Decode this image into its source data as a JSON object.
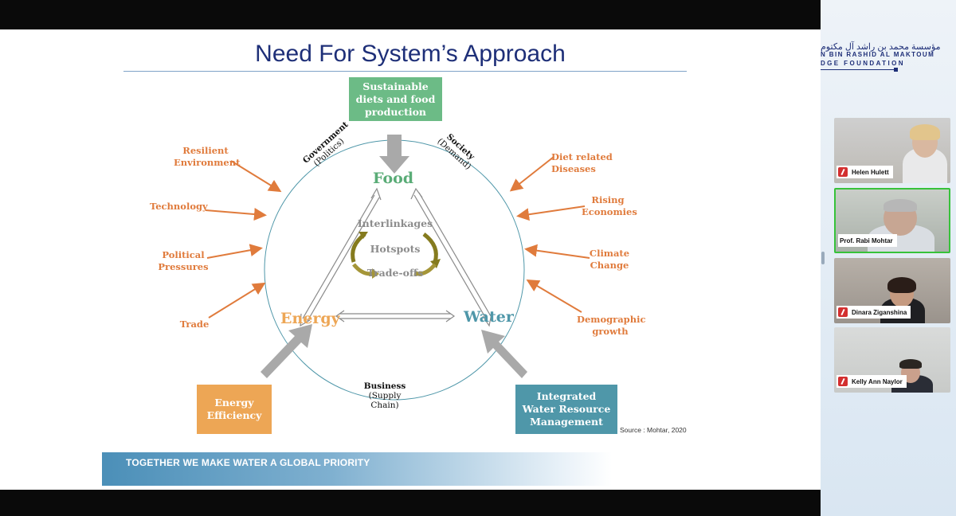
{
  "slide": {
    "title": "Need For System’s Approach",
    "boxes": {
      "diets": "Sustainable diets and food production",
      "energy_efficiency": "Energy Efficiency",
      "iwrm": "Integrated Water Resource Management"
    },
    "nodes": {
      "food": "Food",
      "energy": "Energy",
      "water": "Water"
    },
    "center": {
      "interlinkages": "Interlinkages",
      "hotspots": "Hotspots",
      "tradeoffs": "Trade-offs"
    },
    "drivers_left": [
      "Resilient Environment",
      "Technology",
      "Political Pressures",
      "Trade"
    ],
    "drivers_right": [
      "Diet related  Diseases",
      "Rising Economies",
      "Climate Change",
      "Demographic growth"
    ],
    "arc_labels": {
      "government": "Government",
      "government_sub": "(Politics)",
      "society": "Society",
      "society_sub": "(Demand)",
      "business": "Business",
      "business_sub": "(Supply Chain)"
    },
    "source": "Source : Mohtar, 2020",
    "banner": "TOGETHER WE MAKE WATER A GLOBAL PRIORITY"
  },
  "logo": {
    "arabic": "مؤسسة محمد بن راشد آل مكتوم",
    "line1": "N BIN RASHID AL MAKTOUM",
    "line2": "DGE FOUNDATION"
  },
  "participants": [
    {
      "name": "Helen Hulett",
      "active": false
    },
    {
      "name": "Prof. Rabi Mohtar",
      "active": true
    },
    {
      "name": "Dinara Ziganshina",
      "active": false
    },
    {
      "name": "Kelly Ann Naylor",
      "active": false
    }
  ],
  "colors": {
    "title": "#1e2f78",
    "food": "#5aac77",
    "energy": "#eda655",
    "water": "#4f97a9",
    "driver": "#e07b3c",
    "active_speaker": "#37c23a"
  }
}
